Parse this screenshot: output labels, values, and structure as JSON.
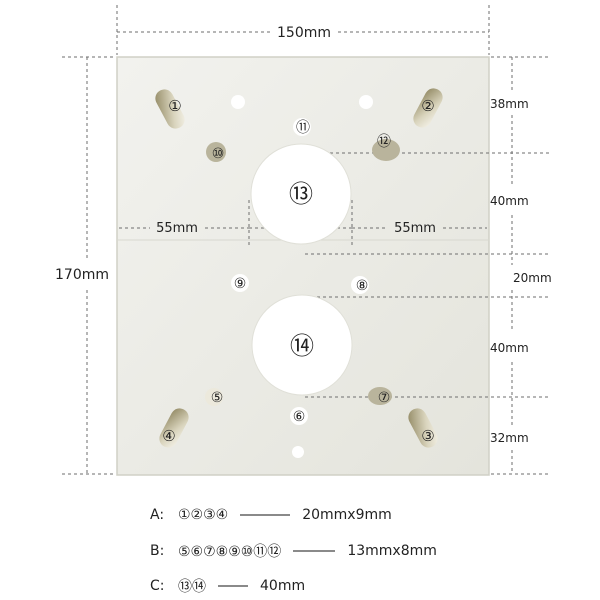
{
  "dimensions": {
    "width": "150mm",
    "height": "170mm",
    "gap_left": "55mm",
    "gap_center": "40mm",
    "gap_right": "55mm",
    "seg1": "38mm",
    "seg2": "40mm",
    "seg3": "20mm",
    "seg4": "40mm",
    "seg5": "32mm"
  },
  "holes": {
    "h1": "①",
    "h2": "②",
    "h3": "③",
    "h4": "④",
    "h5": "⑤",
    "h6": "⑥",
    "h7": "⑦",
    "h8": "⑧",
    "h9": "⑨",
    "h10": "⑩",
    "h11": "⑪",
    "h12": "⑫",
    "h13": "⑬",
    "h14": "⑭"
  },
  "legend": [
    {
      "key": "A:",
      "nums": "①②③④",
      "spec": "20mmx9mm"
    },
    {
      "key": "B:",
      "nums": "⑤⑥⑦⑧⑨⑩⑪⑫",
      "spec": "13mmx8mm"
    },
    {
      "key": "C:",
      "nums": "⑬⑭",
      "spec": "40mm"
    }
  ],
  "colors": {
    "plate": "#ececE6",
    "plate_edge": "#d2d2c8",
    "dim_line": "#6e6e6e",
    "slot_shadow": "#a39a6a"
  }
}
